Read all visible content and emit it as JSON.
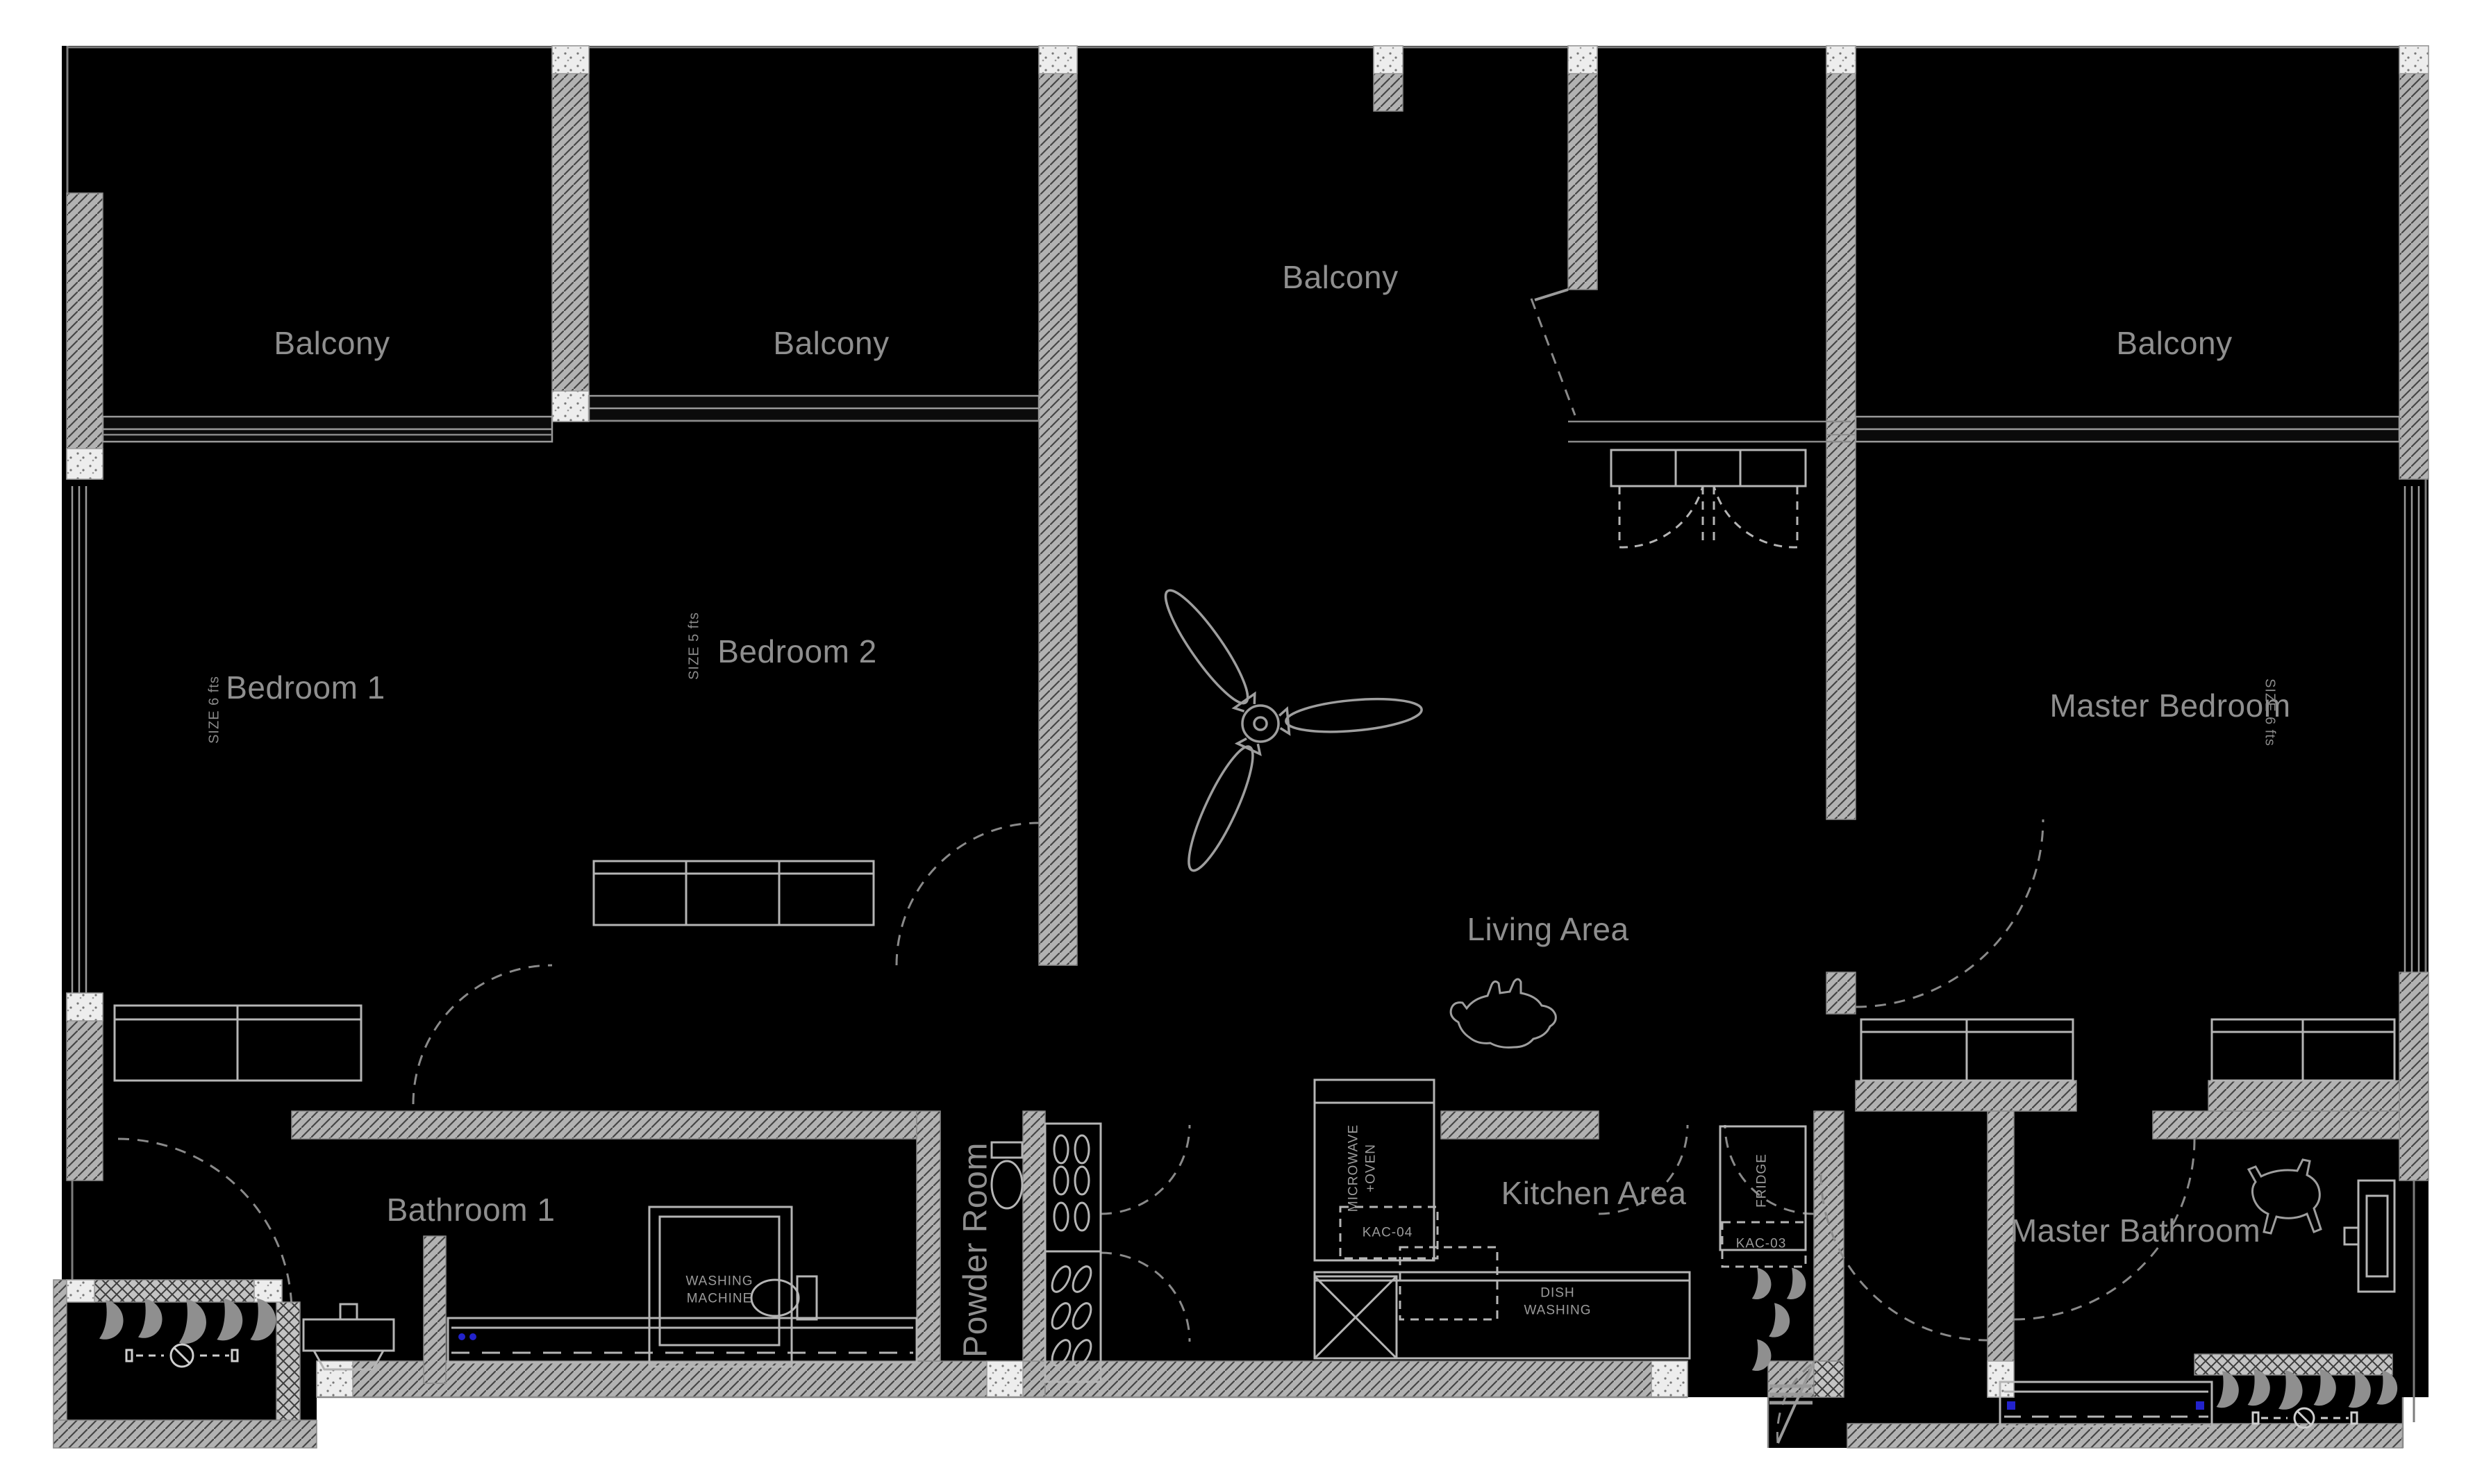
{
  "rooms": {
    "balcony1": {
      "label": "Balcony"
    },
    "balcony2": {
      "label": "Balcony"
    },
    "balcony3": {
      "label": "Balcony"
    },
    "balcony4": {
      "label": "Balcony"
    },
    "bedroom1": {
      "label": "Bedroom 1",
      "size_note": "SIZE 6 fts"
    },
    "bedroom2": {
      "label": "Bedroom 2",
      "size_note": "SIZE 5 fts"
    },
    "master_bedroom": {
      "label": "Master Bedroom",
      "size_note": "SIZE 6 fts"
    },
    "living_area": {
      "label": "Living Area"
    },
    "kitchen_area": {
      "label": "Kitchen Area"
    },
    "bathroom1": {
      "label": "Bathroom 1"
    },
    "powder_room": {
      "label": "Powder Room"
    },
    "master_bathroom": {
      "label": "Master Bathroom"
    }
  },
  "appliances": {
    "washing_machine": {
      "label": "WASHING MACHINE"
    },
    "microwave_oven": {
      "label": "MICROWAVE +OVEN"
    },
    "kac_04": {
      "label": "KAC-04"
    },
    "kac_03": {
      "label": "KAC-03"
    },
    "fridge": {
      "label": "FRIDGE"
    },
    "dish_washing": {
      "label": "DISH WASHING"
    }
  },
  "colors": {
    "page_background": "#ffffff",
    "plan_background": "#000000",
    "wall_fill": "#b2b2b2",
    "wall_hatch": "#454545",
    "corner_block": "#ededed",
    "room_label": "#8f8f8f",
    "appliance_label": "#9b9b9b",
    "fixture_line": "#a5a5a5",
    "door_arc": "#8a8a8a",
    "faucet_accent": "#2222cc"
  }
}
